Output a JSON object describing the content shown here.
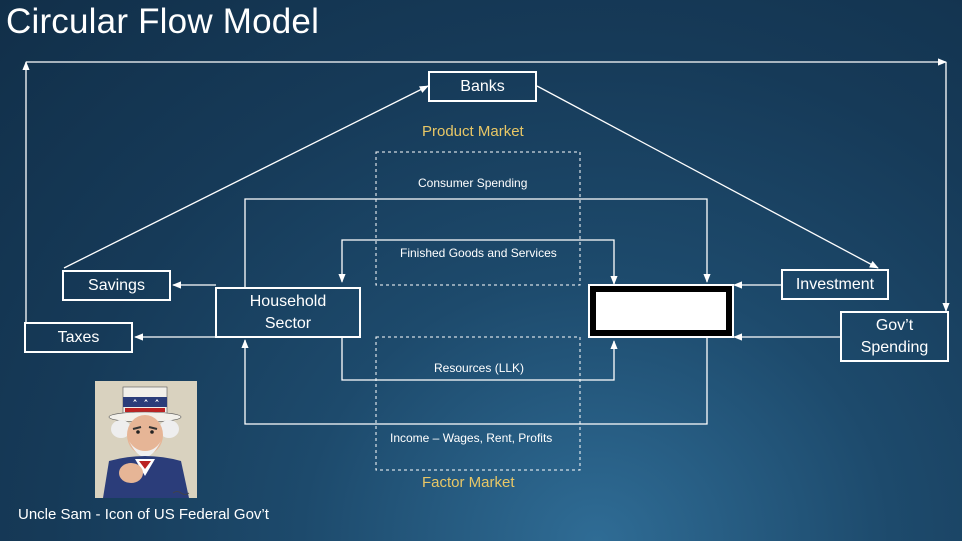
{
  "title": "Circular Flow Model",
  "colors": {
    "line": "#ffffff",
    "market": "#e8c766",
    "background": "#163a58"
  },
  "boxes": {
    "banks": "Banks",
    "savings": "Savings",
    "taxes": "Taxes",
    "household": [
      "Household",
      "Sector"
    ],
    "business": "",
    "investment": "Investment",
    "gov_spending": [
      "Gov’t",
      "Spending"
    ]
  },
  "markets": {
    "product": "Product Market",
    "factor": "Factor Market"
  },
  "flows": {
    "consumer_spending": "Consumer Spending",
    "finished_goods": "Finished Goods and Services",
    "resources": "Resources (LLK)",
    "income": "Income – Wages, Rent, Profits"
  },
  "image": {
    "name": "uncle-sam-poster"
  },
  "caption": "Uncle Sam -  Icon of US Federal Gov’t"
}
